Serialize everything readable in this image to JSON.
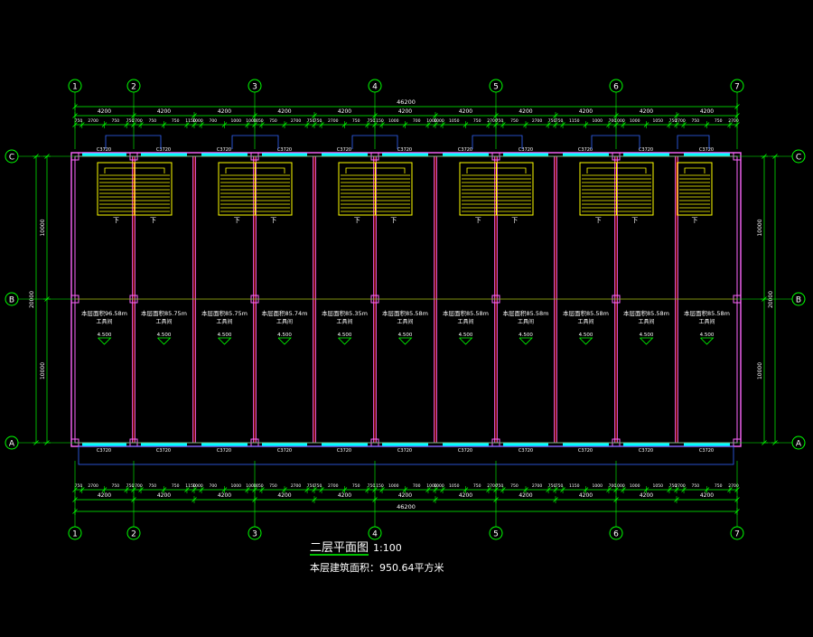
{
  "drawing": {
    "title": "二层平面图",
    "scale": "1:100",
    "area_note": "本层建筑面积：950.64平方米"
  },
  "colors": {
    "background": "#000000",
    "axis": "#00ff00",
    "grid_line": "#ff2020",
    "wall": "#ff66ff",
    "window": "#00ffff",
    "stair": "#ffff00",
    "dimension": "#00ff00",
    "text": "#ffffff",
    "canopy": "#3366ff"
  },
  "axes": {
    "numbered": [
      "1",
      "2",
      "3",
      "4",
      "5",
      "6",
      "7"
    ],
    "lettered": [
      "C",
      "B",
      "A"
    ]
  },
  "dimensions": {
    "total": "46200",
    "bays": [
      "4200",
      "4200",
      "4200",
      "4200",
      "4200",
      "4200",
      "4200",
      "4200",
      "4200",
      "4200",
      "4200"
    ],
    "details": [
      "750",
      "2700",
      "750",
      "750",
      "2700",
      "750",
      "750",
      "1150",
      "1000",
      "700",
      "1000",
      "1000",
      "1050"
    ],
    "vertical_total": "20000",
    "vertical_parts": [
      "10000",
      "10000"
    ]
  },
  "rooms": [
    {
      "area": "本层面积96.58m",
      "name": "工具间",
      "elev": "4.500"
    },
    {
      "area": "本层面积85.75m",
      "name": "工具间",
      "elev": "4.500"
    },
    {
      "area": "本层面积85.75m",
      "name": "工具间",
      "elev": "4.500"
    },
    {
      "area": "本层面积85.74m",
      "name": "工具间",
      "elev": "4.500"
    },
    {
      "area": "本层面积85.35m",
      "name": "工具间",
      "elev": "4.500"
    },
    {
      "area": "本层面积85.58m",
      "name": "工具间",
      "elev": "4.500"
    },
    {
      "area": "本层面积85.58m",
      "name": "工具间",
      "elev": "4.500"
    },
    {
      "area": "本层面积85.58m",
      "name": "工具间",
      "elev": "4.500"
    },
    {
      "area": "本层面积85.58m",
      "name": "工具间",
      "elev": "4.500"
    },
    {
      "area": "本层面积85.58m",
      "name": "工具间",
      "elev": "4.500"
    },
    {
      "area": "本层面积85.58m",
      "name": "工具间",
      "elev": "4.500"
    }
  ],
  "stairs": {
    "label": "下"
  },
  "windows": {
    "top": "C3720",
    "bottom": "C3720"
  }
}
